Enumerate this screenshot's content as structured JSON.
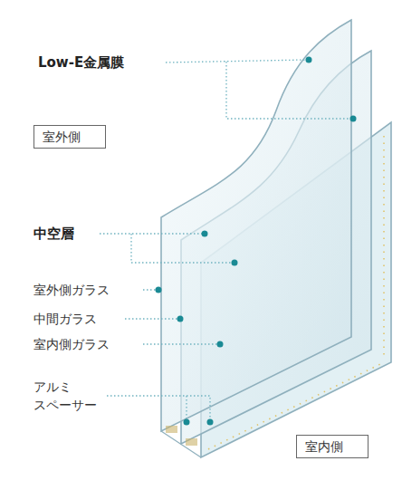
{
  "diagram": {
    "nodes": [
      {
        "text": [
          "室外側"
        ]
      },
      {
        "text": [
          "室内側"
        ]
      }
    ],
    "labels": [
      "Low-E金属膜",
      "中空層",
      "室外側ガラス",
      "中間ガラス",
      "室内側ガラス",
      "アルミ スペーサー"
    ]
  }
}
